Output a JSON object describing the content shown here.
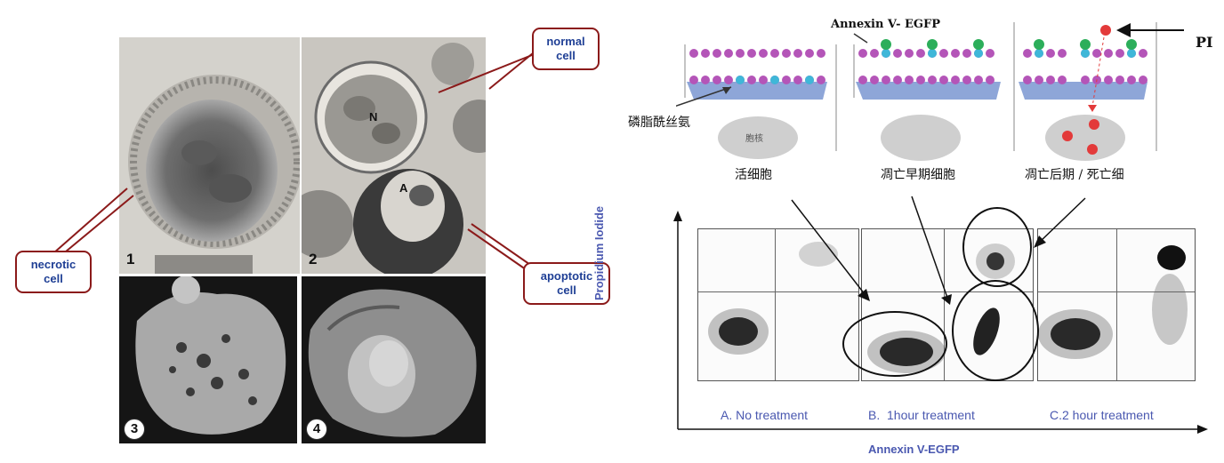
{
  "left_figure": {
    "panel_numbers": [
      "1",
      "2",
      "3",
      "4"
    ],
    "cell_labels": {
      "nucleus": "N",
      "apoptotic_body": "A"
    },
    "callouts": {
      "normal": [
        "normal",
        "cell"
      ],
      "necrotic": [
        "necrotic",
        "cell"
      ],
      "apoptotic": [
        "apoptotic",
        "cell"
      ]
    }
  },
  "right_figure": {
    "reagent_label": "Annexin V- EGFP",
    "pi_label": "PI",
    "ps_label": "磷脂酰丝氨",
    "nucleus_label": "胞核",
    "stage_labels": [
      "活细胞",
      "凋亡早期细胞",
      "凋亡后期 / 死亡细"
    ],
    "y_axis_label": "Propidium Iodide",
    "x_axis_label": "Annexin V-EGFP",
    "treatments": [
      "A. No treatment",
      "B.  1hour treatment",
      "C.2 hour treatment"
    ]
  }
}
